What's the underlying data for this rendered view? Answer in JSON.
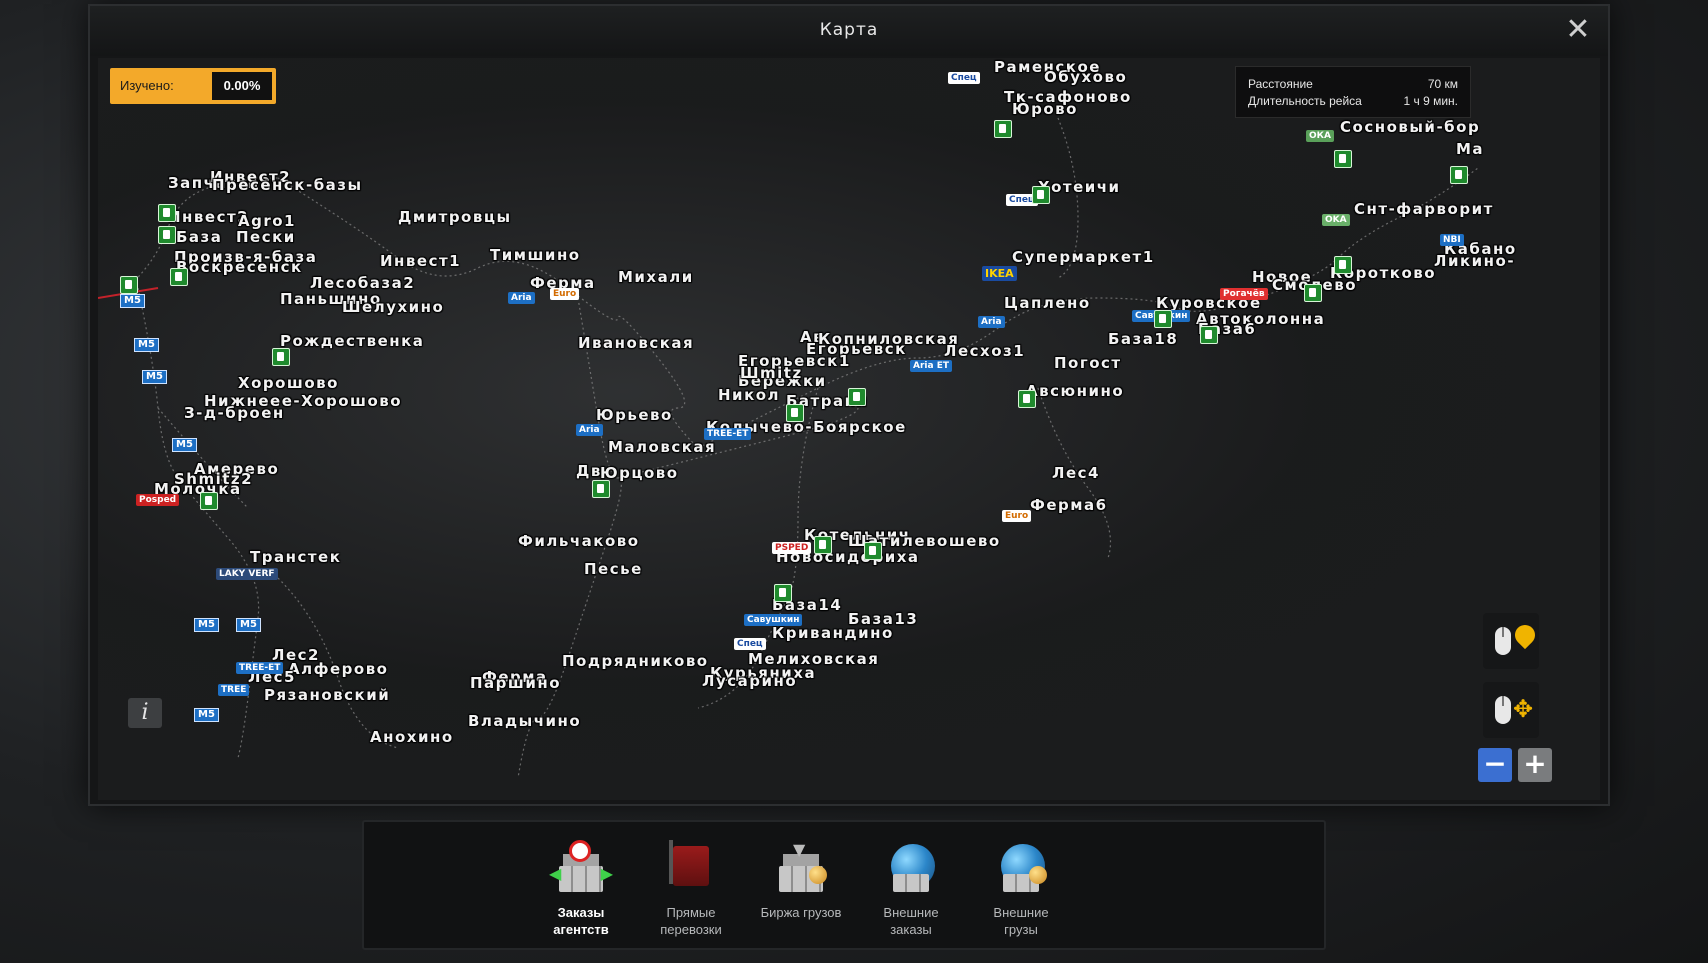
{
  "window": {
    "title": "Карта",
    "close_icon": "close-icon"
  },
  "explored": {
    "label": "Изучено:",
    "value": "0.00%"
  },
  "route": {
    "distance_label": "Расстояние",
    "distance_value": "70 км",
    "duration_label": "Длительность рейса",
    "duration_value": "1 ч 9 мин."
  },
  "cities": [
    "Раменское",
    "Обухово",
    "Тк-сафоново",
    "Юрово",
    "Сосновый-бор",
    "Ма",
    "Хотеичи",
    "Снт-фарворит",
    "Запчасти2",
    "Инвест2",
    "Пресенск-базы",
    "Инвест2",
    "Agro1",
    "База",
    "Пески",
    "Произв-я-база",
    "Воскресенск",
    "Дмитровцы",
    "Инвест1",
    "Лесобаза2",
    "Паньшино",
    "Шелухино",
    "Тимшино",
    "Ферма",
    "Михали",
    "Супермаркет1",
    "Цаплено",
    "Новое",
    "Смолево",
    "Коротково",
    "Кабано",
    "Ликино-",
    "Куровское",
    "Автоколонна",
    "База18",
    "База6",
    "Рождественка",
    "Ивановская",
    "Ав",
    "Копниловская",
    "Егорьевск",
    "Лесхоз1",
    "Егорьевск1",
    "Бережки",
    "Погост",
    "Шmitz",
    "Хорошово",
    "Нижнеее-Хорошово",
    "З-д-броен",
    "Никол",
    "Батраки",
    "Авсюнино",
    "Юрьево",
    "Колычево-Боярское",
    "Маловская",
    "Дв",
    "Юрцово",
    "Лес4",
    "Амерево",
    "Shmitz2",
    "Молочка",
    "Ферма6",
    "Транстек",
    "Фильчаково",
    "Котельнич",
    "Шатилевошево",
    "Новосидориха",
    "Песье",
    "База14",
    "База13",
    "Кривандино",
    "Мелиховская",
    "Подрядниково",
    "Лес2",
    "Алферово",
    "Лес5",
    "Рязановский",
    "Ферма",
    "Паршино",
    "Курьяниха",
    "Лусарино",
    "Владычино",
    "Анохино"
  ],
  "road_label": "M5",
  "controls": {
    "mouse_pin_icon": "mouse-pin-icon",
    "mouse_move_icon": "mouse-move-icon",
    "zoom_out": "−",
    "zoom_in": "+",
    "info": "i"
  },
  "tabs": [
    {
      "label_1": "Заказы",
      "label_2": "агентств",
      "icon": "agency-orders-icon",
      "active": true
    },
    {
      "label_1": "Прямые",
      "label_2": "перевозки",
      "icon": "forklift-icon",
      "active": false
    },
    {
      "label_1": "Биржа грузов",
      "label_2": "",
      "icon": "cargo-exchange-icon",
      "active": false
    },
    {
      "label_1": "Внешние",
      "label_2": "заказы",
      "icon": "external-orders-icon",
      "active": false
    },
    {
      "label_1": "Внешние",
      "label_2": "грузы",
      "icon": "external-cargo-icon",
      "active": false
    }
  ],
  "colors": {
    "accent": "#f3a92a",
    "fuel": "#1f8a2d",
    "road_sign": "#1d6fc4",
    "zoom_active": "#3b6fd1"
  }
}
